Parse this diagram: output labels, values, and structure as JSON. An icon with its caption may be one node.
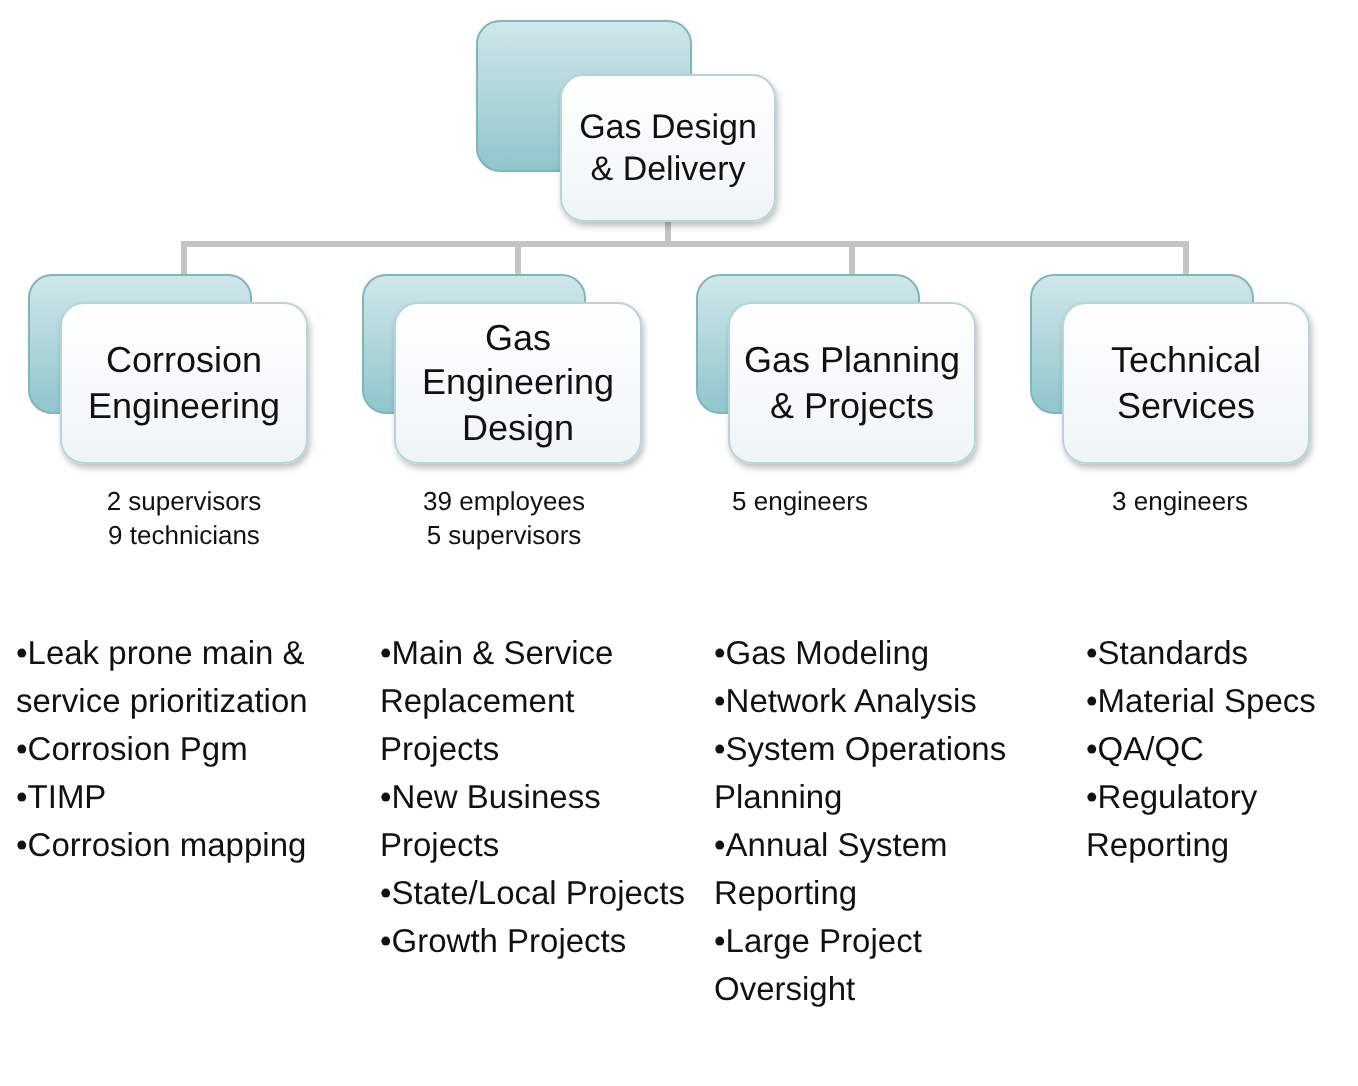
{
  "diagram": {
    "nodes": [
      {
        "text": [
          "Gas Design & Delivery"
        ]
      },
      {
        "text": [
          "Corrosion Engineering"
        ],
        "beside": [
          "2 supervisors",
          "9 technicians"
        ]
      },
      {
        "text": [
          "Gas Engineering Design"
        ],
        "beside": [
          "39 employees",
          "5 supervisors"
        ]
      },
      {
        "text": [
          "Gas Planning & Projects"
        ],
        "beside": [
          "5 engineers"
        ]
      },
      {
        "text": [
          "Technical Services"
        ],
        "beside": [
          "3 engineers"
        ]
      }
    ],
    "edges": [
      {
        "from": 0,
        "to": 1,
        "arrow": "none"
      },
      {
        "from": 0,
        "to": 2,
        "arrow": "none"
      },
      {
        "from": 0,
        "to": 3,
        "arrow": "none"
      },
      {
        "from": 0,
        "to": 4,
        "arrow": "none"
      }
    ],
    "labels": [
      "•Leak prone main & service prioritization",
      "•Corrosion Pgm",
      "•TIMP",
      "•Corrosion mapping",
      "•Main & Service Replacement Projects",
      "•New Business Projects",
      "•State/Local Projects",
      "•Growth Projects",
      "•Gas Modeling",
      "•Network Analysis",
      "•System Operations Planning",
      "•Annual System Reporting",
      "•Large Project Oversight",
      "•Standards",
      "•Material Specs",
      "•QA/QC",
      "•Regulatory Reporting"
    ]
  }
}
